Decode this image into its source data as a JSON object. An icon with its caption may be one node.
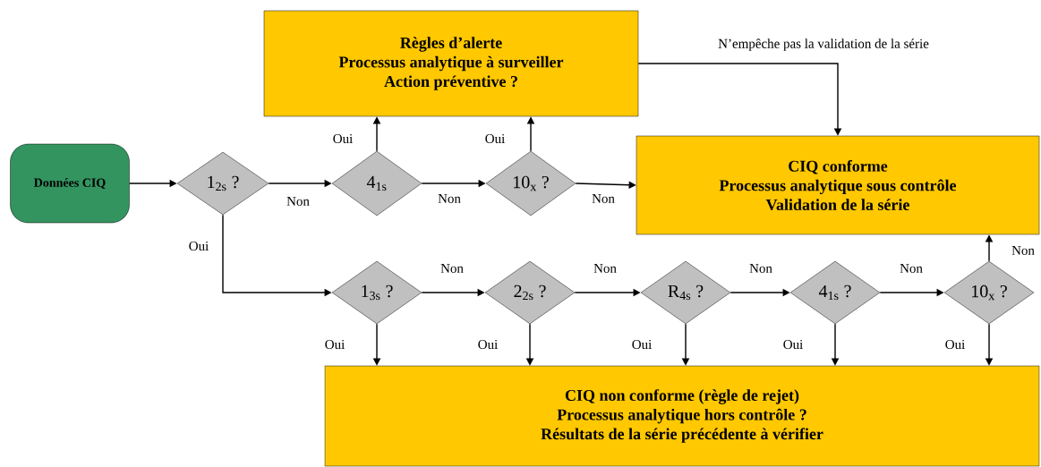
{
  "diagram": {
    "nodes": [
      {
        "text": [
          "Données CIQ"
        ]
      },
      {
        "text": [
          "1$_{2s}$ ?"
        ]
      },
      {
        "text": [
          "Règles d’alerte",
          "Processus analytique à surveiller",
          "Action préventive ?"
        ]
      },
      {
        "text": [
          "4$_{1s}$"
        ]
      },
      {
        "text": [
          "10$_{x}$ ?"
        ]
      },
      {
        "text": [
          "CIQ conforme",
          "Processus analytique sous contrôle",
          "Validation de la série"
        ]
      },
      {
        "text": [
          "1$_{3s}$ ?"
        ]
      },
      {
        "text": [
          "2$_{2s}$ ?"
        ]
      },
      {
        "text": [
          "R$_{4s}$ ?"
        ]
      },
      {
        "text": [
          "4$_{1s}$ ?"
        ]
      },
      {
        "text": [
          "10$_{x}$ ?"
        ]
      },
      {
        "text": [
          "CIQ non conforme (règle de rejet)",
          "Processus analytique hors contrôle ?",
          "Résultats de la série précédente à vérifier"
        ]
      }
    ],
    "edges": [
      {
        "from": 0,
        "to": 1,
        "arrow": "to"
      },
      {
        "from": 1,
        "to": 3,
        "arrow": "to",
        "label": "Non"
      },
      {
        "from": 1,
        "to": 6,
        "arrow": "to",
        "label": "Oui"
      },
      {
        "from": 3,
        "to": 2,
        "arrow": "to",
        "label": "Oui"
      },
      {
        "from": 3,
        "to": 4,
        "arrow": "to",
        "label": "Non"
      },
      {
        "from": 4,
        "to": 2,
        "arrow": "to",
        "label": "Oui"
      },
      {
        "from": 4,
        "to": 5,
        "arrow": "to",
        "label": "Non"
      },
      {
        "from": 2,
        "to": 5,
        "arrow": "to",
        "label": "N’empêche pas la validation de la série"
      },
      {
        "from": 6,
        "to": 7,
        "arrow": "to",
        "label": "Non"
      },
      {
        "from": 6,
        "to": 11,
        "arrow": "to",
        "label": "Oui"
      },
      {
        "from": 7,
        "to": 8,
        "arrow": "to",
        "label": "Non"
      },
      {
        "from": 7,
        "to": 11,
        "arrow": "to",
        "label": "Oui"
      },
      {
        "from": 8,
        "to": 9,
        "arrow": "to",
        "label": "Non"
      },
      {
        "from": 8,
        "to": 11,
        "arrow": "to",
        "label": "Oui"
      },
      {
        "from": 9,
        "to": 10,
        "arrow": "to",
        "label": "Non"
      },
      {
        "from": 9,
        "to": 11,
        "arrow": "to",
        "label": "Oui"
      },
      {
        "from": 10,
        "to": 5,
        "arrow": "to",
        "label": "Non"
      },
      {
        "from": 10,
        "to": 11,
        "arrow": "to",
        "label": "Oui"
      }
    ]
  }
}
